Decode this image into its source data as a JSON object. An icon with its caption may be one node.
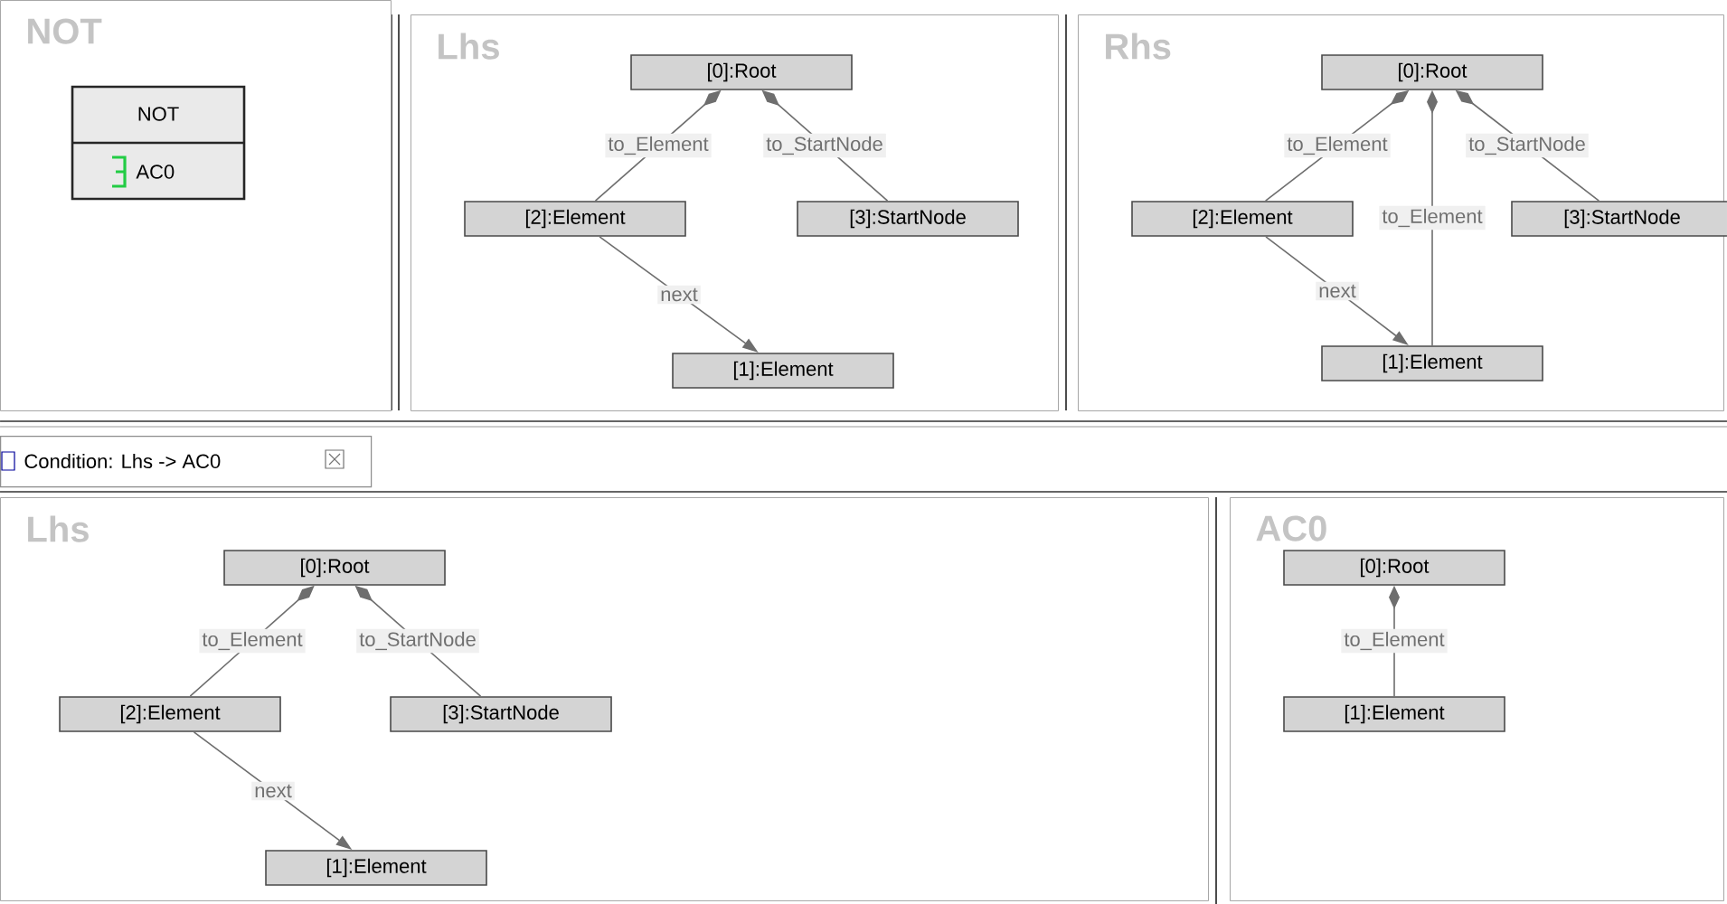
{
  "diagram": {
    "nodes": [
      {
        "text": [
          "NOT"
        ]
      },
      {
        "text": [
          "NOT",
          "AC0"
        ],
        "in": 0
      },
      {
        "text": [
          "Lhs"
        ]
      },
      {
        "text": [
          "[0]:Root"
        ],
        "in": 2
      },
      {
        "text": [
          "[2]:Element"
        ],
        "in": 2
      },
      {
        "text": [
          "[3]:StartNode"
        ],
        "in": 2
      },
      {
        "text": [
          "[1]:Element"
        ],
        "in": 2
      },
      {
        "text": [
          "Rhs"
        ]
      },
      {
        "text": [
          "[0]:Root"
        ],
        "in": 7
      },
      {
        "text": [
          "[2]:Element"
        ],
        "in": 7
      },
      {
        "text": [
          "[3]:StartNode"
        ],
        "in": 7
      },
      {
        "text": [
          "[1]:Element"
        ],
        "in": 7
      },
      {
        "text": [
          "Condition: Lhs -> AC0"
        ]
      },
      {
        "text": [
          "Lhs"
        ]
      },
      {
        "text": [
          "[0]:Root"
        ],
        "in": 13
      },
      {
        "text": [
          "[2]:Element"
        ],
        "in": 13
      },
      {
        "text": [
          "[3]:StartNode"
        ],
        "in": 13
      },
      {
        "text": [
          "[1]:Element"
        ],
        "in": 13
      },
      {
        "text": [
          "AC0"
        ]
      },
      {
        "text": [
          "[0]:Root"
        ],
        "in": 18
      },
      {
        "text": [
          "[1]:Element"
        ],
        "in": 18
      }
    ],
    "edges": [
      {
        "from": 3,
        "to": 4,
        "arrow": "other",
        "label": "to_Element"
      },
      {
        "from": 3,
        "to": 5,
        "arrow": "other",
        "label": "to_StartNode"
      },
      {
        "from": 4,
        "to": 6,
        "arrow": "to",
        "label": "next"
      },
      {
        "from": 8,
        "to": 9,
        "arrow": "other",
        "label": "to_Element"
      },
      {
        "from": 8,
        "to": 11,
        "arrow": "other",
        "label": "to_Element"
      },
      {
        "from": 8,
        "to": 10,
        "arrow": "other",
        "label": "to_StartNode"
      },
      {
        "from": 9,
        "to": 11,
        "arrow": "to",
        "label": "next"
      },
      {
        "from": 14,
        "to": 15,
        "arrow": "other",
        "label": "to_Element"
      },
      {
        "from": 14,
        "to": 16,
        "arrow": "other",
        "label": "to_StartNode"
      },
      {
        "from": 15,
        "to": 17,
        "arrow": "to",
        "label": "next"
      },
      {
        "from": 19,
        "to": 20,
        "arrow": "other",
        "label": "to_Element"
      }
    ]
  }
}
